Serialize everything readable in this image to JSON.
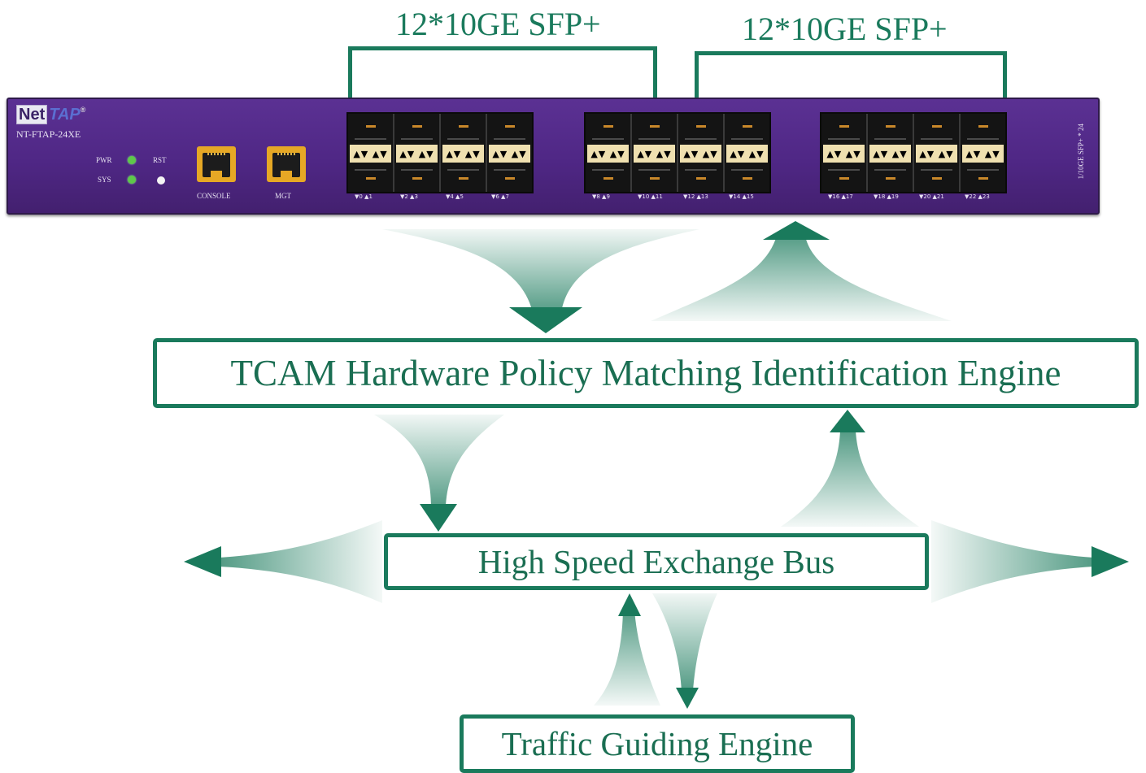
{
  "labels": {
    "sfp_group_left": "12*10GE SFP+",
    "sfp_group_right": "12*10GE SFP+"
  },
  "device": {
    "brand_net": "Net",
    "brand_tap": "TAP",
    "brand_reg": "®",
    "model": "NT-FTAP-24XE",
    "pwr_label": "PWR",
    "sys_label": "SYS",
    "rst_label": "RST",
    "console_label": "CONSOLE",
    "mgt_label": "MGT",
    "side_label": "1/10GE SFP+ * 24",
    "port_labels": [
      "▼0  ▲1",
      "▼2  ▲3",
      "▼4  ▲5",
      "▼6  ▲7",
      "▼8  ▲9",
      "▼10 ▲11",
      "▼12 ▲13",
      "▼14 ▲15",
      "▼16 ▲17",
      "▼18 ▲19",
      "▼20 ▲21",
      "▼22 ▲23"
    ],
    "sfp_strip_text": "▲▼ ▲▼"
  },
  "boxes": {
    "tcam": "TCAM Hardware Policy Matching Identification Engine",
    "bus": "High Speed Exchange Bus",
    "traffic": "Traffic Guiding Engine"
  },
  "colors": {
    "accent": "#1a7a5c",
    "device_purple": "#4f2785",
    "port_gold": "#e6a825"
  }
}
